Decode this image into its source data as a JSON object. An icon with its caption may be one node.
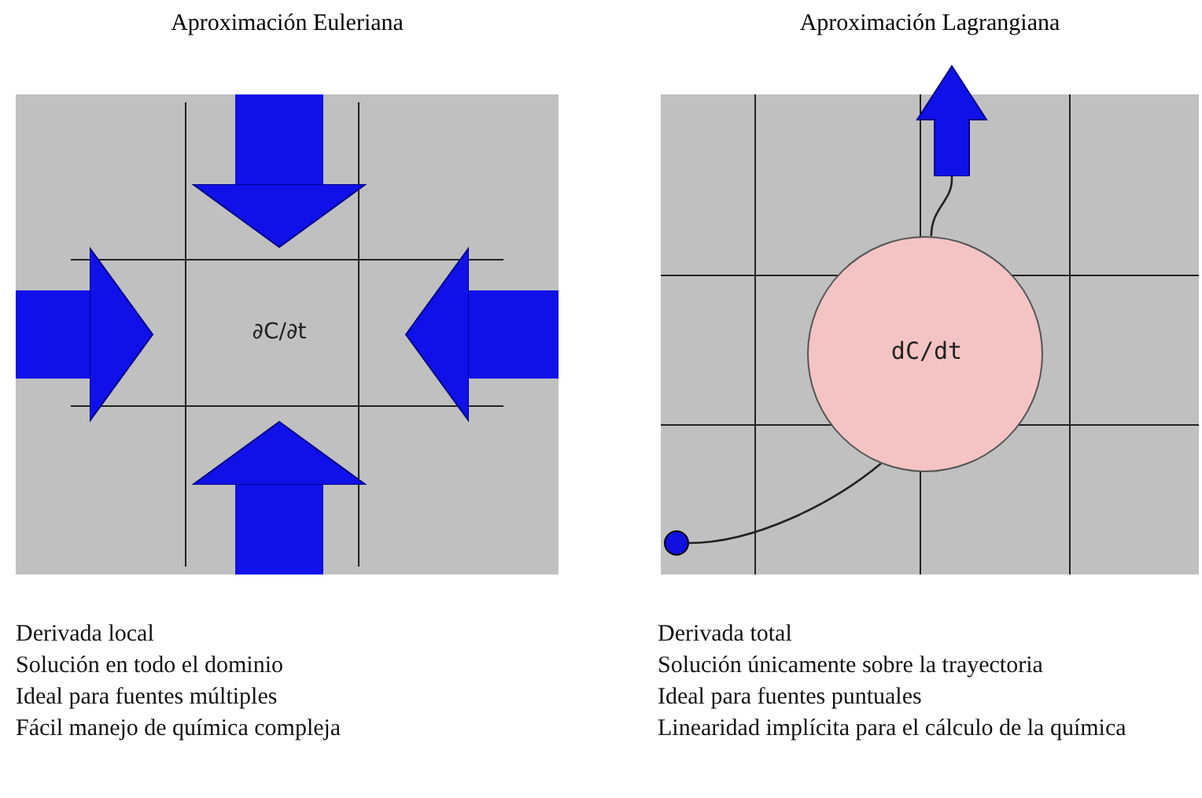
{
  "diagram": {
    "nodes": [
      {
        "text": [
          "Aproximación Euleriana"
        ]
      },
      {
        "text": [
          "∂C/∂t"
        ],
        "in": 0
      },
      {
        "text": [
          "Aproximación Lagrangiana"
        ]
      },
      {
        "text": [
          "dC/dt"
        ],
        "in": 2
      },
      {
        "text": [],
        "shape": "circle",
        "in": 2
      }
    ],
    "edges": [
      {
        "from": null,
        "to": 1,
        "arrow": "to"
      },
      {
        "from": null,
        "to": 1,
        "arrow": "to"
      },
      {
        "from": null,
        "to": 1,
        "arrow": "to"
      },
      {
        "from": null,
        "to": 1,
        "arrow": "to"
      },
      {
        "from": 4,
        "to": 3,
        "arrow": "none",
        "color": "#222222"
      },
      {
        "from": 3,
        "to": null,
        "arrow": "to",
        "color": "#222222"
      }
    ],
    "labels": [
      "Derivada local",
      "Solución en todo el dominio",
      "Ideal para fuentes múltiples",
      "Fácil manejo de química compleja",
      "Derivada total",
      "Solución únicamente sobre la trayectoria",
      "Ideal para fuentes puntuales",
      "Linearidad implícita para el cálculo de la química"
    ]
  }
}
